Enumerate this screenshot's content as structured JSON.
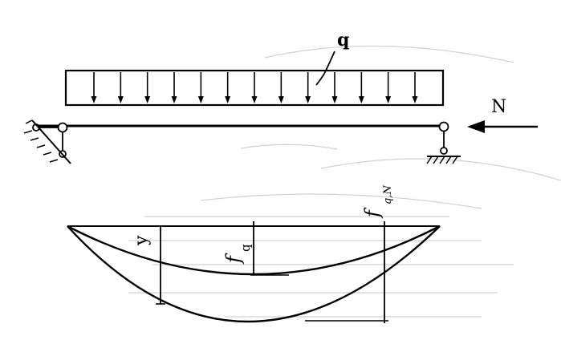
{
  "labels": {
    "load": "q",
    "axial_force": "N",
    "deflection_y": "y",
    "deflection_q_main": "f",
    "deflection_q_sub": "q",
    "deflection_qN_main": "f",
    "deflection_qN_sub": "q,N"
  },
  "load_arrow_count": 13,
  "colors": {
    "ink": "#000000",
    "ghost": "#d2d2d2",
    "background": "#ffffff"
  }
}
